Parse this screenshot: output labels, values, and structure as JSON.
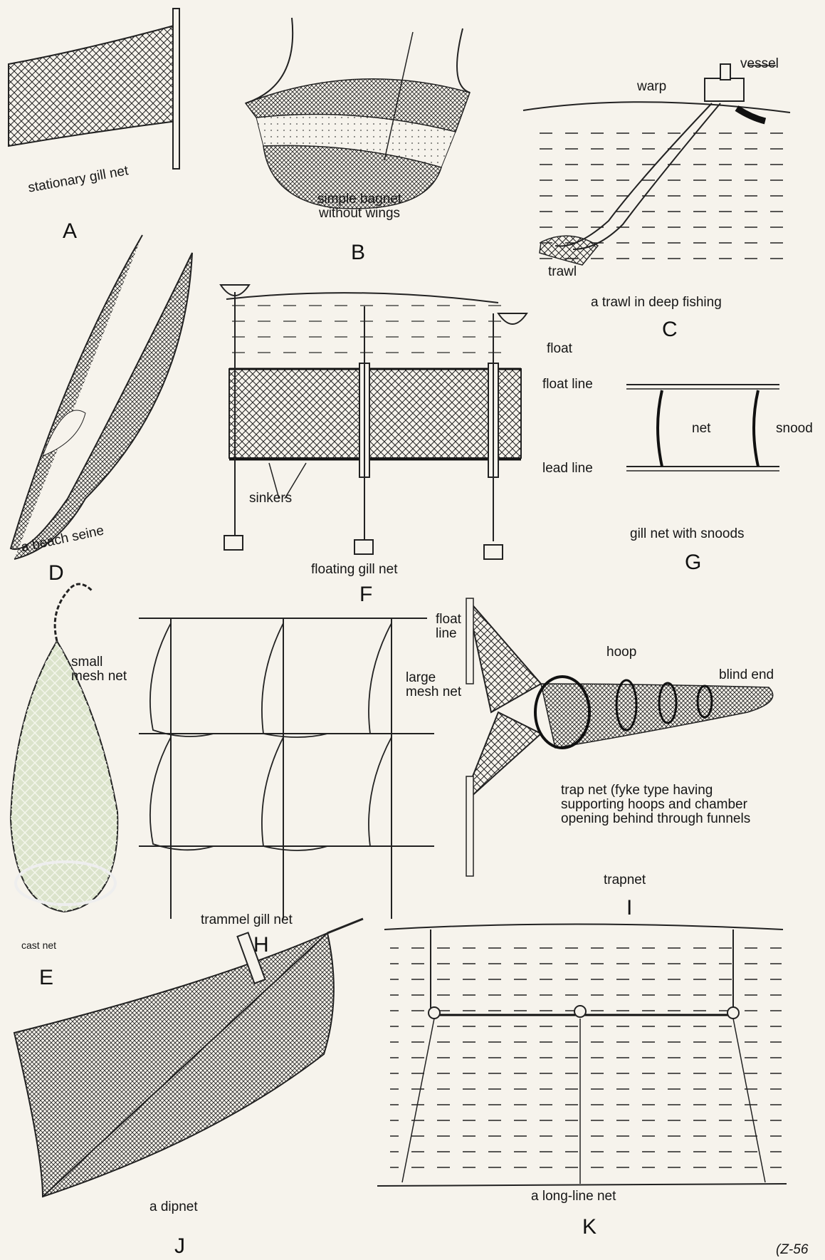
{
  "figure": {
    "panels": [
      {
        "letter": "A",
        "caption": "stationary gill net"
      },
      {
        "letter": "B",
        "caption": "simple bagnet\nwithout wings"
      },
      {
        "letter": "C",
        "caption": "a trawl in deep fishing",
        "labels": {
          "vessel": "vessel",
          "warp": "warp",
          "trawl": "trawl"
        }
      },
      {
        "letter": "D",
        "caption": "a beach seine"
      },
      {
        "letter": "F",
        "caption": "floating gill net",
        "labels": {
          "sinkers": "sinkers",
          "float": "float"
        }
      },
      {
        "letter": "G",
        "caption": "gill net with snoods",
        "labels": {
          "float_line": "float line",
          "lead_line": "lead line",
          "net": "net",
          "snood": "snood"
        }
      },
      {
        "letter": "E",
        "caption": "cast net",
        "labels": {
          "small_mesh": "small\nmesh net"
        }
      },
      {
        "letter": "H",
        "caption": "trammel gill net",
        "labels": {
          "float_line": "float\nline",
          "large_mesh": "large\nmesh net"
        }
      },
      {
        "letter": "I",
        "caption": "trapnet",
        "labels": {
          "hoop": "hoop",
          "blind_end": "blind end",
          "description": "trap net (fyke type having\nsupporting hoops and chamber\nopening behind through funnels"
        }
      },
      {
        "letter": "J",
        "caption": "a dipnet"
      },
      {
        "letter": "K",
        "caption": "a long-line net"
      }
    ],
    "page_code": "(Z-56"
  },
  "colors": {
    "paper": "#f6f3ec",
    "ink": "#161616",
    "net_tint": "#e9eee1"
  }
}
